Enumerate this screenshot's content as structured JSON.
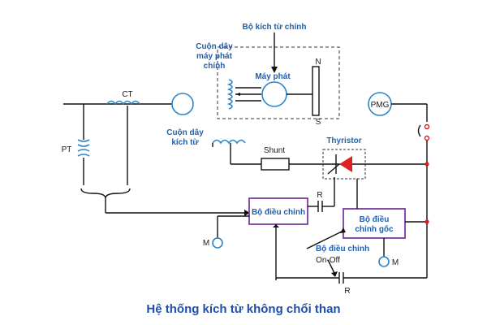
{
  "caption": "Hệ thống kích từ không chổi than",
  "labels": {
    "main_exciter": "Bộ kích từ chính",
    "gen_coil_1": "Cuộn dây",
    "gen_coil_2": "máy phát",
    "gen_coil_3": "chính",
    "generator": "Máy phát",
    "north": "N",
    "south": "S",
    "ct": "CT",
    "pt": "PT",
    "pmg": "PMG",
    "exc_coil_1": "Cuộn dây",
    "exc_coil_2": "kích từ",
    "shunt": "Shunt",
    "thyristor": "Thyristor",
    "regulator": "Bộ điều chỉnh",
    "r_top": "R",
    "r_bottom": "R",
    "base_reg_1": "Bộ điều",
    "base_reg_2": "chỉnh gốc",
    "motor_left": "M",
    "motor_right": "M",
    "onoff_1": "Bộ điều chỉnh",
    "onoff_2": "On-Off"
  },
  "colors": {
    "accent_blue": "#1f5fb0",
    "coil_blue": "#2a86c9",
    "box_purple": "#7a3aa0",
    "diode_red": "#e02020",
    "node_red": "#d81b1b"
  }
}
